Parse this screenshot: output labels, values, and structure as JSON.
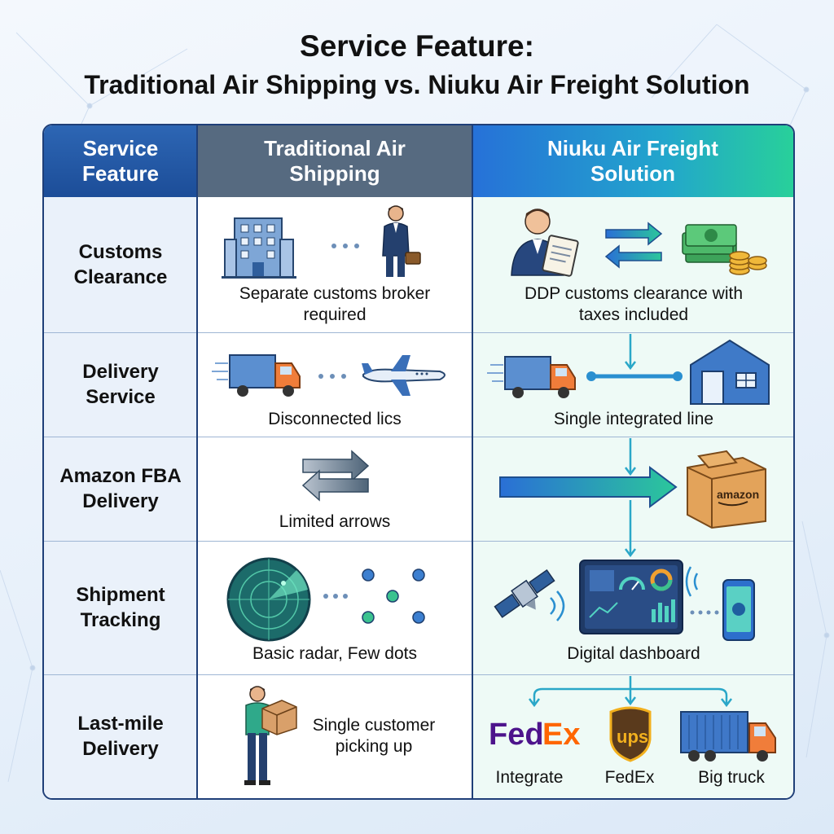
{
  "title": {
    "line1": "Service Feature:",
    "line2": "Traditional Air Shipping vs. Niuku Air Freight Solution"
  },
  "headers": {
    "feature": "Service Feature",
    "traditional": "Traditional Air Shipping",
    "niuku": "Niuku Air Freight Solution"
  },
  "rows": [
    {
      "feature": "Customs Clearance",
      "traditional": "Separate customs broker required",
      "niuku": "DDP customs clearance with taxes included"
    },
    {
      "feature": "Delivery Service",
      "traditional": "Disconnected lics",
      "niuku": "Single integrated line"
    },
    {
      "feature": "Amazon FBA Delivery",
      "traditional": "Limited arrows",
      "niuku": ""
    },
    {
      "feature": "Shipment Tracking",
      "traditional": "Basic radar, Few dots",
      "niuku": "Digital dashboard"
    },
    {
      "feature": "Last-mile Delivery",
      "traditional": "Single customer picking up",
      "niuku": ""
    }
  ],
  "lastmile": {
    "item1": "Integrate",
    "item2": "FedEx",
    "item3": "Big truck"
  },
  "logos": {
    "fedex_part1": "Fed",
    "fedex_part2": "Ex",
    "ups": "ups",
    "amazon": "amazon"
  },
  "colors": {
    "header_feature": "#1c4d98",
    "header_traditional": "#566a80",
    "header_niuku_start": "#2671d8",
    "header_niuku_end": "#28d09a",
    "border": "#1f3f78",
    "fedex_purple": "#4d148c",
    "fedex_orange": "#ff6600",
    "ups_brown": "#5a3a1c",
    "ups_gold": "#f2b01e"
  },
  "icons": [
    "office-building-icon",
    "businessman-icon",
    "truck-icon",
    "airplane-icon",
    "double-arrow-icon",
    "radar-icon",
    "dots-icon",
    "delivery-person-icon",
    "agent-with-clipboard-icon",
    "exchange-arrows-icon",
    "money-icon",
    "warehouse-icon",
    "amazon-box-icon",
    "satellite-icon",
    "dashboard-monitor-icon",
    "smartphone-icon",
    "fedex-logo",
    "ups-logo",
    "container-truck-icon"
  ]
}
